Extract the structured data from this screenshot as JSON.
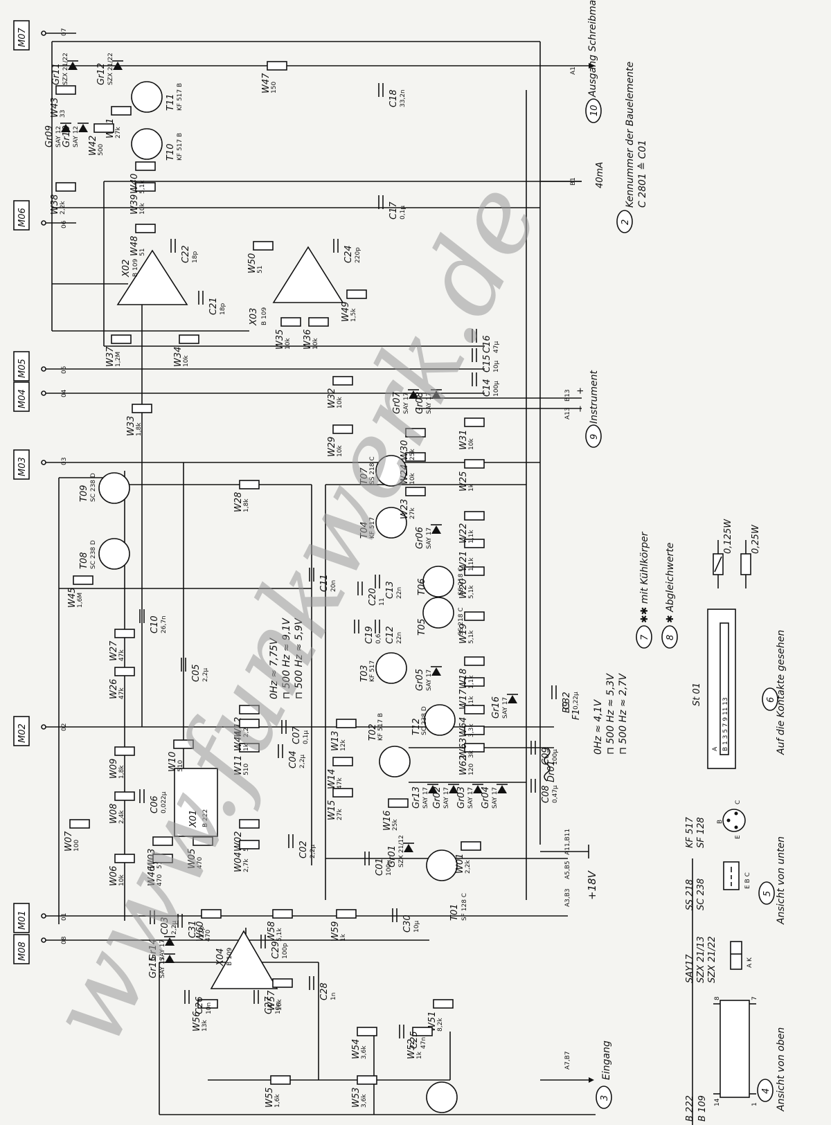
{
  "connectors": [
    "M07",
    "M06",
    "M05",
    "M04",
    "M03",
    "M02",
    "M01",
    "M08"
  ],
  "pins": [
    "07",
    "06",
    "05",
    "04",
    "03",
    "02",
    "01",
    "08"
  ],
  "components": {
    "ics": [
      {
        "name": "X01",
        "type": "B 222"
      },
      {
        "name": "X02",
        "type": "B 109"
      },
      {
        "name": "X03",
        "type": "B 109"
      },
      {
        "name": "X04",
        "type": "B 109"
      }
    ],
    "transistors": [
      {
        "name": "T01",
        "type": "SF 128 C"
      },
      {
        "name": "T02",
        "type": "KF 517 B"
      },
      {
        "name": "T03",
        "type": "KF 517"
      },
      {
        "name": "T04",
        "type": "KF 517"
      },
      {
        "name": "T05",
        "type": "SS 218 C"
      },
      {
        "name": "T06",
        "type": "SS 218 C"
      },
      {
        "name": "T07",
        "type": "SS 218 C"
      },
      {
        "name": "T08",
        "type": "SC 238 D"
      },
      {
        "name": "T09",
        "type": "SC 238 D"
      },
      {
        "name": "T10",
        "type": "KF 517 B"
      },
      {
        "name": "T11",
        "type": "KF 517 B"
      },
      {
        "name": "T12",
        "type": "SC 238 D"
      }
    ],
    "resistors_left": [
      {
        "name": "W01",
        "value": "2,2k"
      },
      {
        "name": "W02",
        "value": "510"
      },
      {
        "name": "W03",
        "value": "510"
      },
      {
        "name": "W04",
        "value": "2,7k"
      },
      {
        "name": "W05",
        "value": "470"
      },
      {
        "name": "W06",
        "value": "10k"
      },
      {
        "name": "W07",
        "value": "100"
      },
      {
        "name": "W08",
        "value": "2,4k"
      },
      {
        "name": "W09",
        "value": "1,8k"
      },
      {
        "name": "W10",
        "value": "510"
      },
      {
        "name": "W11",
        "value": "510"
      },
      {
        "name": "W12",
        "value": "2,2k"
      },
      {
        "name": "W13",
        "value": "12k"
      },
      {
        "name": "W14",
        "value": "47k"
      },
      {
        "name": "W15",
        "value": "27k"
      },
      {
        "name": "W16",
        "value": "25k"
      },
      {
        "name": "W26",
        "value": "47k"
      },
      {
        "name": "W27",
        "value": "47k"
      },
      {
        "name": "W28",
        "value": "1,8k"
      },
      {
        "name": "W33",
        "value": "1,8k"
      },
      {
        "name": "W44",
        "value": "1k"
      },
      {
        "name": "W45",
        "value": "1,6M"
      },
      {
        "name": "W46",
        "value": "470"
      }
    ],
    "resistors_right": [
      {
        "name": "W17",
        "value": "1,1k"
      },
      {
        "name": "W18",
        "value": "1,1k"
      },
      {
        "name": "W19",
        "value": "5,1k"
      },
      {
        "name": "W20",
        "value": "5,1k"
      },
      {
        "name": "W21",
        "value": "1,1k"
      },
      {
        "name": "W22",
        "value": "1,1k"
      },
      {
        "name": "W23",
        "value": "27k"
      },
      {
        "name": "W24",
        "value": "10k"
      },
      {
        "name": "W25",
        "value": "1k"
      },
      {
        "name": "W29",
        "value": "10k"
      },
      {
        "name": "W30",
        "value": "25k"
      },
      {
        "name": "W31",
        "value": "10k"
      },
      {
        "name": "W32",
        "value": "10k"
      },
      {
        "name": "W62",
        "value": "120"
      },
      {
        "name": "W63",
        "value": "3k"
      },
      {
        "name": "W64",
        "value": "3,3k"
      }
    ],
    "resistors_top": [
      {
        "name": "W34",
        "value": "10k"
      },
      {
        "name": "W35",
        "value": "10k"
      },
      {
        "name": "W36",
        "value": "10k"
      },
      {
        "name": "W37",
        "value": "1,2M"
      },
      {
        "name": "W38",
        "value": "2,2k"
      },
      {
        "name": "W39",
        "value": "10k"
      },
      {
        "name": "W40",
        "value": "5,1k"
      },
      {
        "name": "W41",
        "value": "27k"
      },
      {
        "name": "W42",
        "value": "500"
      },
      {
        "name": "W43",
        "value": "33"
      },
      {
        "name": "W47",
        "value": "150"
      },
      {
        "name": "W48",
        "value": "51"
      },
      {
        "name": "W49",
        "value": "1,5k"
      },
      {
        "name": "W50",
        "value": "51"
      }
    ],
    "resistors_bottom": [
      {
        "name": "W51",
        "value": "8,2k"
      },
      {
        "name": "W52",
        "value": "1k"
      },
      {
        "name": "W53",
        "value": "3,6k"
      },
      {
        "name": "W54",
        "value": "3,6k"
      },
      {
        "name": "W55",
        "value": "1,6k"
      },
      {
        "name": "W56",
        "value": "13k"
      },
      {
        "name": "W57",
        "value": "16k"
      },
      {
        "name": "W58",
        "value": "5,1k"
      },
      {
        "name": "W59",
        "value": "1k"
      },
      {
        "name": "W60",
        "value": "470"
      }
    ],
    "capacitors": [
      {
        "name": "C01",
        "value": "100µ"
      },
      {
        "name": "C02",
        "value": "2,2µ"
      },
      {
        "name": "C03",
        "value": "2,2µ"
      },
      {
        "name": "C04",
        "value": "2,2µ"
      },
      {
        "name": "C05",
        "value": "2,2µ"
      },
      {
        "name": "C06",
        "value": "0,022µ"
      },
      {
        "name": "C07",
        "value": "0,1µ"
      },
      {
        "name": "C08",
        "value": "0,47µ"
      },
      {
        "name": "C09",
        "value": "100µ"
      },
      {
        "name": "C10",
        "value": "26,7n"
      },
      {
        "name": "C11",
        "value": "20n"
      },
      {
        "name": "C12",
        "value": "22n"
      },
      {
        "name": "C13",
        "value": "22n"
      },
      {
        "name": "C14",
        "value": "100µ"
      },
      {
        "name": "C15",
        "value": "10µ"
      },
      {
        "name": "C16",
        "value": "47µ"
      },
      {
        "name": "C17",
        "value": "0,1µ"
      },
      {
        "name": "C18",
        "value": "33,2n"
      },
      {
        "name": "C19",
        "value": "0,6"
      },
      {
        "name": "C20",
        "value": "11"
      },
      {
        "name": "C21",
        "value": "18p"
      },
      {
        "name": "C22",
        "value": "18p"
      },
      {
        "name": "C24",
        "value": "220p"
      },
      {
        "name": "C25",
        "value": "47n"
      },
      {
        "name": "C26",
        "value": "10n"
      },
      {
        "name": "C27",
        "value": "10n"
      },
      {
        "name": "C28",
        "value": "1n"
      },
      {
        "name": "C29",
        "value": "100p"
      },
      {
        "name": "C30",
        "value": "10µ"
      },
      {
        "name": "C31",
        "value": "22p"
      },
      {
        "name": "C32",
        "value": "0,22µ"
      }
    ],
    "diodes": [
      {
        "name": "Gr01",
        "type": "SZX 21/12"
      },
      {
        "name": "Gr02",
        "type": "SAY 17"
      },
      {
        "name": "Gr03",
        "type": "SAY 17"
      },
      {
        "name": "Gr04",
        "type": "SAY 17"
      },
      {
        "name": "Gr05",
        "type": "SAY 17"
      },
      {
        "name": "Gr06",
        "type": "SAY 17"
      },
      {
        "name": "Gr07",
        "type": "SAY 17"
      },
      {
        "name": "Gr08",
        "type": "SAY 17"
      },
      {
        "name": "Gr09",
        "type": "SAY 12"
      },
      {
        "name": "Gr10",
        "type": "SAY 12"
      },
      {
        "name": "Gr11",
        "type": "SZX 21/22"
      },
      {
        "name": "Gr12",
        "type": "SZX 21/22"
      },
      {
        "name": "Gr13",
        "type": "SAY 17"
      },
      {
        "name": "Gr14",
        "type": "SAY 17"
      },
      {
        "name": "Gr15",
        "type": "SAY 17"
      },
      {
        "name": "Gr16",
        "type": "SAY 17"
      }
    ],
    "misc": {
      "choke": "Dr01",
      "filter": "F1",
      "st": "St01"
    }
  },
  "signals": {
    "supply": "+18V",
    "ground_pins": [
      "A11,B11",
      "A5,B5"
    ],
    "a3b3": "A3,B3",
    "a7b7": "A7,B7",
    "a1": "A1",
    "b1": "B1",
    "a13": "A13",
    "b13": "B13",
    "minus": "−",
    "plus": "+",
    "b9": "B9",
    "current": "40mA",
    "levels_top": [
      "0Hz ≈ 7,75V",
      "⊓ 500 Hz ≈ 9,1V",
      "⊓ 500 Hz ≈ 5,9V"
    ],
    "levels_bottom": [
      "0Hz ≈ 4,1V",
      "⊓ 500 Hz ≈ 5,3V",
      "⊓ 500 Hz ≈ 2,7V"
    ]
  },
  "notes": [
    {
      "num": "2",
      "text": "Kennummer der Bauelemente"
    },
    {
      "num": "",
      "text": "C 2801 ≙ C01"
    },
    {
      "num": "3",
      "text": "Eingang"
    },
    {
      "num": "4",
      "text": "Ansicht von oben"
    },
    {
      "num": "5",
      "text": "Ansicht von unten"
    },
    {
      "num": "6",
      "text": "Auf die Kontakte gesehen"
    },
    {
      "num": "7",
      "text": "✱✱ mit Kühlkörper"
    },
    {
      "num": "8",
      "text": "✱ Abgleichwerte"
    },
    {
      "num": "9",
      "text": "Instrument"
    },
    {
      "num": "10",
      "text": "Ausgang Schreibmaschine"
    }
  ],
  "legend": {
    "r125": "0,125W",
    "r25": "0,25W",
    "ic_types": [
      "B 222",
      "B 109"
    ],
    "ic_pins": [
      "14",
      "8",
      "1",
      "7"
    ],
    "diode_types": [
      "SAY17",
      "SZX 21/13",
      "SZX 21/22"
    ],
    "diode_pins": "A  K",
    "tr_types1": [
      "SS 218",
      "SC 238"
    ],
    "tr_pins1": "E B C",
    "tr_types2": [
      "KF 517",
      "SF 128"
    ],
    "tr_pins2": [
      "B",
      "C",
      "E"
    ],
    "st_label": "St 01",
    "st_pins_a": "B  1  3  5  7  9  11  13",
    "st_pins_b": "A"
  },
  "watermark": "www.funkwerk.de"
}
